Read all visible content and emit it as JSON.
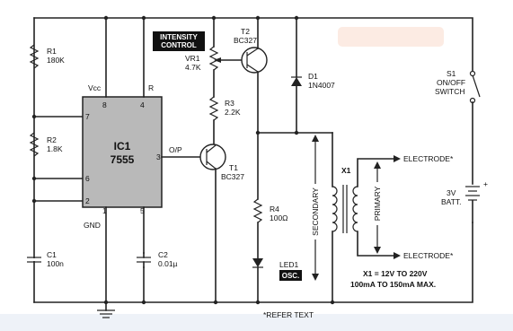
{
  "labels": {
    "r1": "R1",
    "r1_val": "180K",
    "r2": "R2",
    "r2_val": "1.8K",
    "c1": "C1",
    "c1_val": "100n",
    "c2": "C2",
    "c2_val": "0.01µ",
    "vcc": "Vcc",
    "r_pin": "R",
    "gnd": "GND",
    "op": "O/P",
    "ic_name": "IC1",
    "ic_part": "7555",
    "pin8": "8",
    "pin4": "4",
    "pin7": "7",
    "pin6": "6",
    "pin2": "2",
    "pin1": "1",
    "pin5": "5",
    "pin3": "3",
    "intensity_1": "INTENSITY",
    "intensity_2": "CONTROL",
    "vr1": "VR1",
    "vr1_val": "4.7K",
    "r3": "R3",
    "r3_val": "2.2K",
    "t2": "T2",
    "t2_part": "BC327",
    "t1": "T1",
    "t1_part": "BC327",
    "d1": "D1",
    "d1_part": "1N4007",
    "r4": "R4",
    "r4_val": "100Ω",
    "led1": "LED1",
    "osc": "OSC.",
    "secondary": "SECONDARY",
    "primary": "PRIMARY",
    "x1": "X1",
    "electrode_top": "ELECTRODE*",
    "electrode_bottom": "ELECTRODE*",
    "s1": "S1",
    "s1_sub1": "ON/OFF",
    "s1_sub2": "SWITCH",
    "batt_1": "3V",
    "batt_2": "BATT.",
    "batt_plus": "+",
    "x1_spec_1": "X1 = 12V TO 220V",
    "x1_spec_2": "100mA TO 150mA MAX.",
    "refer": "*REFER TEXT"
  }
}
